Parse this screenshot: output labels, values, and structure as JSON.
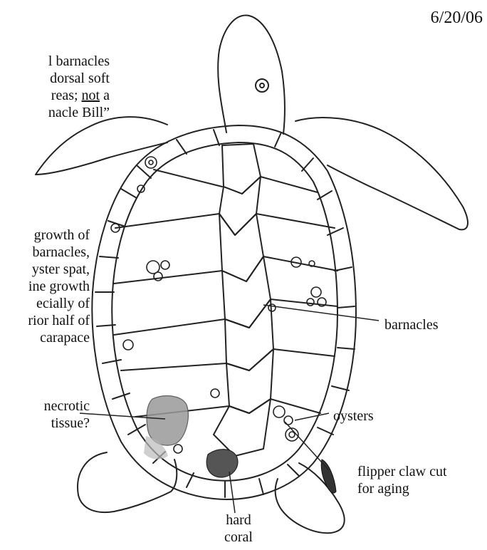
{
  "date": "6/20/06",
  "top_left_note": {
    "line1": "l barnacles",
    "line2": "dorsal soft",
    "line3_pre": "reas; ",
    "line3_u": "not",
    "line3_post": " a",
    "line4": "nacle Bill”"
  },
  "growth_note": {
    "line1": "growth of",
    "line2": "barnacles,",
    "line3": "yster spat,",
    "line4": "ine growth",
    "line5": "ecially  of",
    "line6": "rior half of",
    "line7": "carapace"
  },
  "necrotic_label": {
    "line1": "necrotic",
    "line2": "tissue?"
  },
  "barnacles_label": "barnacles",
  "oysters_label": "oysters",
  "claw_label": {
    "line1": "flipper claw cut",
    "line2": "for aging"
  },
  "coral_label": {
    "line1": "hard",
    "line2": "coral"
  },
  "colors": {
    "ink": "#222222",
    "necrotic_fill": "#9a9a9a",
    "claw_fill": "#333333"
  }
}
